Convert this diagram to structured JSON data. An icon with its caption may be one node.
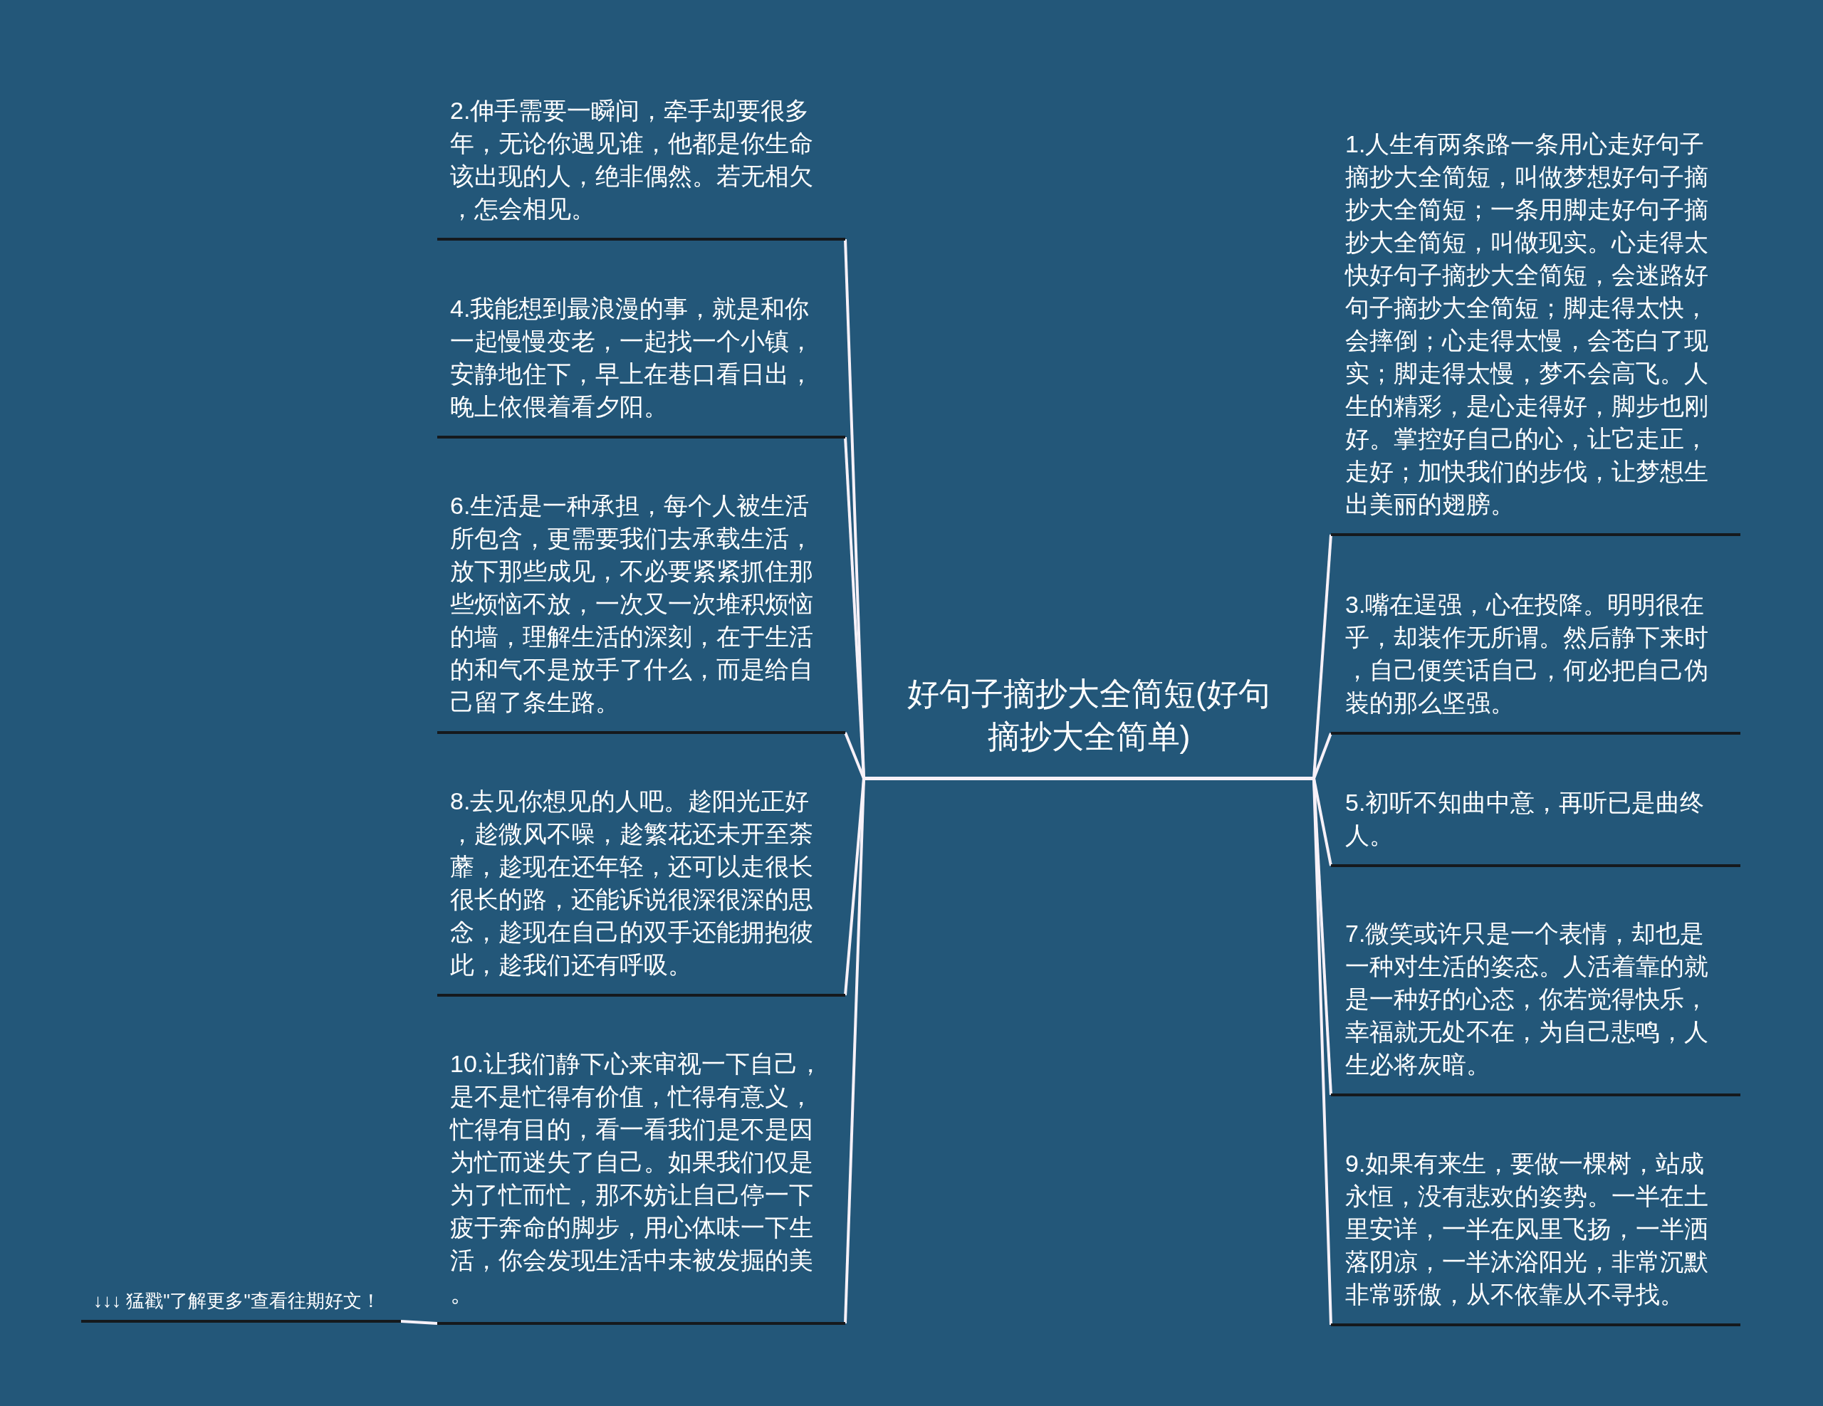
{
  "diagram": {
    "nodes": [
      {
        "text": [
          "好句子摘抄大全简短(好句摘抄大全简单)"
        ]
      },
      {
        "text": [
          "1.人生有两条路一条用心走好句子摘抄大全简短，叫做梦想好句子摘抄大全简短；一条用脚走好句子摘抄大全简短，叫做现实。心走得太快好句子摘抄大全简短，会迷路好句子摘抄大全简短；脚走得太快，会摔倒；心走得太慢，会苍白了现实；脚走得太慢，梦不会高飞。人生的精彩，是心走得好，脚步也刚好。掌控好自己的心，让它走正，走好；加快我们的步伐，让梦想生出美丽的翅膀。"
        ]
      },
      {
        "text": [
          "2.伸手需要一瞬间，牵手却要很多年，无论你遇见谁，他都是你生命该出现的人，绝非偶然。若无相欠，怎会相见。"
        ]
      },
      {
        "text": [
          "3.嘴在逞强，心在投降。明明很在乎，却装作无所谓。然后静下来时，自己便笑话自己，何必把自己伪装的那么坚强。"
        ]
      },
      {
        "text": [
          "4.我能想到最浪漫的事，就是和你一起慢慢变老，一起找一个小镇，安静地住下，早上在巷口看日出，晚上依偎着看夕阳。"
        ]
      },
      {
        "text": [
          "5.初听不知曲中意，再听已是曲终人。"
        ]
      },
      {
        "text": [
          "6.生活是一种承担，每个人被生活所包含，更需要我们去承载生活，放下那些成见，不必要紧紧抓住那些烦恼不放，一次又一次堆积烦恼的墙，理解生活的深刻，在于生活的和气不是放手了什么，而是给自己留了条生路。"
        ]
      },
      {
        "text": [
          "7.微笑或许只是一个表情，却也是一种对生活的姿态。人活着靠的就是一种好的心态，你若觉得快乐，幸福就无处不在，为自己悲鸣，人生必将灰暗。"
        ]
      },
      {
        "text": [
          "8.去见你想见的人吧。趁阳光正好，趁微风不噪，趁繁花还未开至荼蘼，趁现在还年轻，还可以走很长很长的路，还能诉说很深很深的思念，趁现在自己的双手还能拥抱彼此，趁我们还有呼吸。"
        ]
      },
      {
        "text": [
          "9.如果有来生，要做一棵树，站成永恒，没有悲欢的姿势。一半在土里安详，一半在风里飞扬，一半洒落阴凉，一半沐浴阳光，非常沉默非常骄傲，从不依靠从不寻找。"
        ]
      },
      {
        "text": [
          "10.让我们静下心来审视一下自己，是不是忙得有价值，忙得有意义，忙得有目的，看一看我们是不是因为忙而迷失了自己。如果我们仅是为了忙而忙，那不妨让自己停一下疲于奔命的脚步，用心体味一下生活，你会发现生活中未被发掘的美。"
        ]
      },
      {
        "text": [
          "↓↓↓ 猛戳\"了解更多\"查看往期好文！"
        ]
      }
    ],
    "edges": [
      {
        "from": 0,
        "to": 1,
        "arrow": "none"
      },
      {
        "from": 0,
        "to": 2,
        "arrow": "none"
      },
      {
        "from": 0,
        "to": 3,
        "arrow": "none"
      },
      {
        "from": 0,
        "to": 4,
        "arrow": "none"
      },
      {
        "from": 0,
        "to": 5,
        "arrow": "none"
      },
      {
        "from": 0,
        "to": 6,
        "arrow": "none"
      },
      {
        "from": 0,
        "to": 7,
        "arrow": "none"
      },
      {
        "from": 0,
        "to": 8,
        "arrow": "none"
      },
      {
        "from": 0,
        "to": 9,
        "arrow": "none"
      },
      {
        "from": 0,
        "to": 10,
        "arrow": "none"
      },
      {
        "from": 10,
        "to": 11,
        "arrow": "none"
      }
    ]
  }
}
